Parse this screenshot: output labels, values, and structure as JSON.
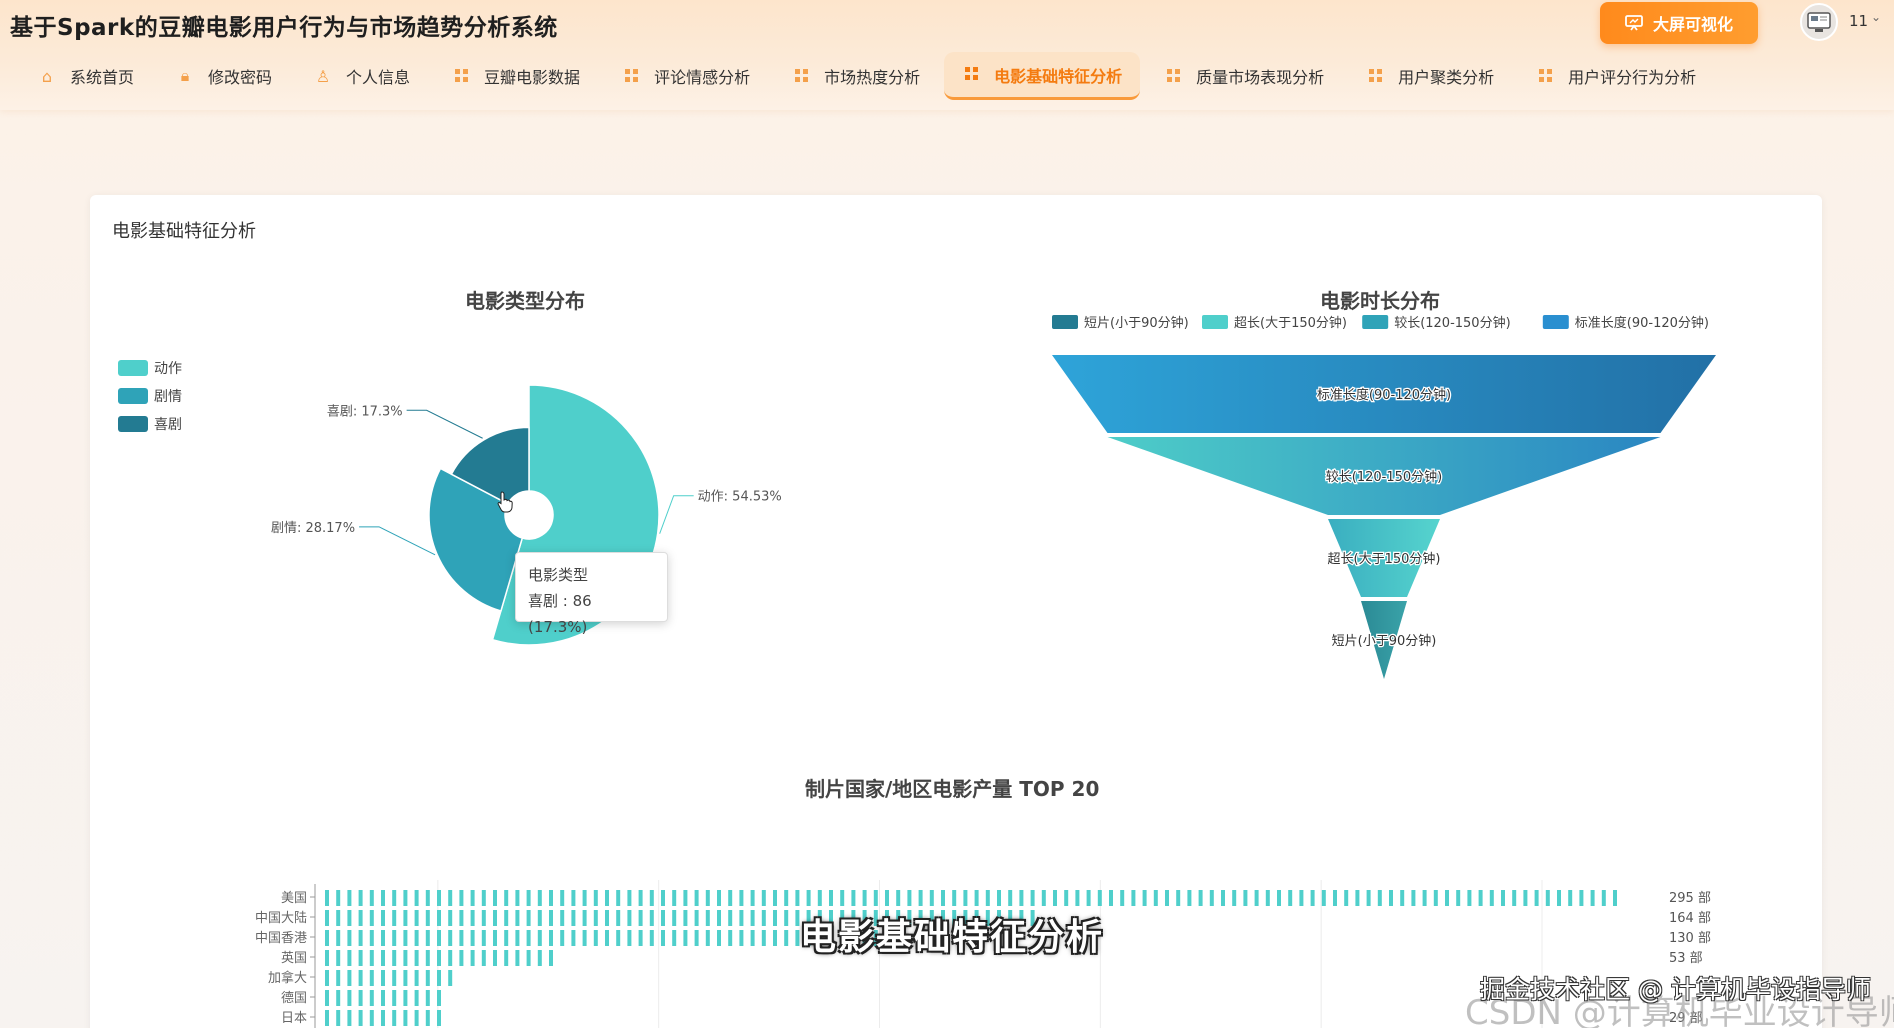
{
  "app": {
    "title": "基于Spark的豆瓣电影用户行为与市场趋势分析系统",
    "bigscreen_label": "大屏可视化",
    "user_name": "11"
  },
  "nav": [
    {
      "label": "系统首页",
      "icon": "home-icon"
    },
    {
      "label": "修改密码",
      "icon": "lock-icon"
    },
    {
      "label": "个人信息",
      "icon": "user-icon"
    },
    {
      "label": "豆瓣电影数据",
      "icon": "grid-icon"
    },
    {
      "label": "评论情感分析",
      "icon": "grid-icon"
    },
    {
      "label": "市场热度分析",
      "icon": "grid-icon"
    },
    {
      "label": "电影基础特征分析",
      "icon": "grid-icon",
      "active": true
    },
    {
      "label": "质量市场表现分析",
      "icon": "grid-icon"
    },
    {
      "label": "用户聚类分析",
      "icon": "grid-icon"
    },
    {
      "label": "用户评分行为分析",
      "icon": "grid-icon"
    }
  ],
  "page": {
    "card_title": "电影基础特征分析"
  },
  "tooltip": {
    "title": "电影类型",
    "line": "喜剧 : 86 (17.3%)"
  },
  "overlay_caption": "电影基础特征分析",
  "watermark": "掘金技术社区 @ 计算机毕设指导师",
  "watermark_back": "CSDN @计算机毕业设计导师",
  "colors": {
    "accent": "#f47b10",
    "teal_light": "#4fcfcb",
    "teal_mid": "#2fa3b8",
    "teal_dark": "#237b92",
    "blue": "#2a8fd0"
  },
  "chart_data": [
    {
      "type": "pie",
      "subtype": "rose",
      "title": "电影类型分布",
      "legend": [
        "动作",
        "剧情",
        "喜剧"
      ],
      "legend_position": "left",
      "slices": [
        {
          "name": "动作",
          "percent": 54.53,
          "label": "动作: 54.53%"
        },
        {
          "name": "剧情",
          "percent": 28.17,
          "label": "剧情: 28.17%"
        },
        {
          "name": "喜剧",
          "percent": 17.3,
          "value": 86,
          "label": "喜剧: 17.3%"
        }
      ]
    },
    {
      "type": "funnel",
      "title": "电影时长分布",
      "legend": [
        "短片(小于90分钟)",
        "超长(大于150分钟)",
        "较长(120-150分钟)",
        "标准长度(90-120分钟)"
      ],
      "legend_position": "top",
      "stages": [
        "标准长度(90-120分钟)",
        "较长(120-150分钟)",
        "超长(大于150分钟)",
        "短片(小于90分钟)"
      ]
    },
    {
      "type": "bar",
      "orientation": "horizontal",
      "title": "制片国家/地区电影产量 TOP 20",
      "categories": [
        "美国",
        "中国大陆",
        "中国香港",
        "英国",
        "加拿大",
        "德国",
        "日本"
      ],
      "values": [
        295,
        164,
        130,
        53,
        31,
        29,
        29
      ],
      "value_labels": [
        "295 部",
        "164 部",
        "130 部",
        "53 部",
        "",
        "",
        "29 部"
      ],
      "xlim": [
        0,
        300
      ],
      "grid": true
    }
  ]
}
